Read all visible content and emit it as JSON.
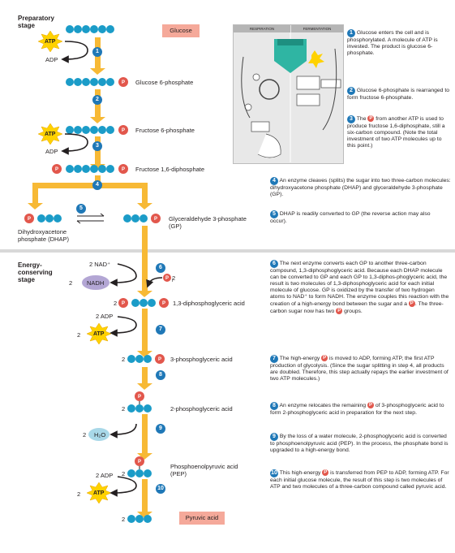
{
  "stages": {
    "preparatory": "Preparatory\nstage",
    "energy": "Energy-\nconserving\nstage"
  },
  "boxes": {
    "glucose": "Glucose",
    "pyruvic": "Pyruvic acid"
  },
  "molecules": {
    "g6p": "Glucose 6-phosphate",
    "f6p": "Fructose 6-phosphate",
    "f16dp": "Fructose 1,6-diphosphate",
    "dhap": "Dihydroxyacetone\nphosphate (DHAP)",
    "gp": "Glyceraldehyde 3-phosphate\n(GP)",
    "dpga": "1,3-diphosphoglyceric acid",
    "pga3": "3-phosphoglyceric acid",
    "pga2": "2-phosphoglyceric acid",
    "pep": "Phosphoenolpyruvic acid\n(PEP)"
  },
  "cofactors": {
    "atp": "ATP",
    "adp": "ADP",
    "nad": "2 NAD⁺",
    "nadh": "NADH",
    "two": "2",
    "two_adp": "2 ADP",
    "h2o": "H₂O",
    "p": "P",
    "pi": "i",
    "pi_coef": "2"
  },
  "inset": {
    "respiration": "RESPIRATION",
    "fermentation": "FERMENTATION"
  },
  "steps": {
    "s1": "1",
    "s2": "2",
    "s3": "3",
    "s4": "4",
    "s5": "5",
    "s6": "6",
    "s7": "7",
    "s8": "8",
    "s9": "9",
    "s10": "10"
  },
  "notes": {
    "n1": "Glucose enters the cell and is phosphorylated.  A molecule of ATP is invested.  The product is glucose 6-phosphate.",
    "n2": "Glucose 6-phosphate is rearranged to form fructose 6-phosphate.",
    "n3a": "The",
    "n3b": "from another ATP is used to produce fructose 1,6-diphosphate, still a six-carbon compound. (Note the total investment of two ATP molecules up to this point.)",
    "n4": "An enzyme cleaves (splits) the sugar into two three-carbon molecules: dihydroxyacetone phosphate (DHAP) and glyceraldehyde 3-phosphate (GP).",
    "n5": "DHAP is readily converted to GP (the reverse action may also occur).",
    "n6a": "The next enzyme converts each GP to another three-carbon compound, 1,3-diphosphoglyceric acid.  Because each DHAP molecule can be converted to GP and each GP to 1,3-diphos-phoglyceric acid, the result is two molecules of 1,3-diphosphoglyceric acid for each initial molecule of glucose.  GP is oxidized by the transfer of two hydrogen atoms to NAD⁺ to form NADH.  The enzyme couples this reaction with the creation of a high-energy bond between the sugar and a",
    "n6b": ". The three-carbon sugar now has two",
    "n6c": "groups.",
    "n7a": "The high-energy",
    "n7b": "is moved to ADP, forming ATP, the first ATP production of glycolysis. (Since the sugar splitting in step 4, all products are doubled. Therefore, this step actually repays the earlier investment of two ATP molecules.)",
    "n8a": "An enzyme relocates the remaining",
    "n8b": "of 3-phosphoglyceric acid to form 2-phosphoglyceric acid in preparation for the next step.",
    "n9": "By the loss of a water molecule, 2-phosphoglyceric acid is converted to phosphoenolpyruvic acid (PEP).  In the process, the phosphate bond is upgraded to a high-energy bond.",
    "n10a": "This high-energy",
    "n10b": "is transferred from PEP to ADP, forming ATP.  For each initial glucose molecule, the result of this step is two molecules of ATP and two molecules of a three-carbon compound called pyruvic acid."
  },
  "colors": {
    "chain": "#1b9cc8",
    "phosphate": "#e2574c",
    "arrow": "#f7b935",
    "badge": "#1f78b7",
    "atp": "#ffd200",
    "nadh": "#b3a6d4",
    "h2o": "#a8d8e8",
    "box": "#f5a99a"
  }
}
